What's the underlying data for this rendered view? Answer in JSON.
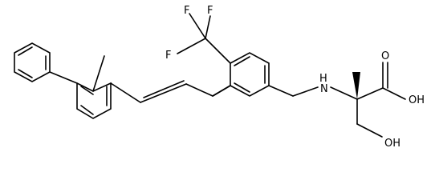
{
  "structure": {
    "atom_labels": {
      "f1": "F",
      "f2": "F",
      "f3": "F",
      "nh": "H",
      "n": "N",
      "o_carbonyl": "O",
      "oh_acid": "OH",
      "oh_hydroxyl": "OH"
    }
  },
  "colors": {
    "bond": "#000000",
    "label": "#000000",
    "background": "#ffffff"
  }
}
